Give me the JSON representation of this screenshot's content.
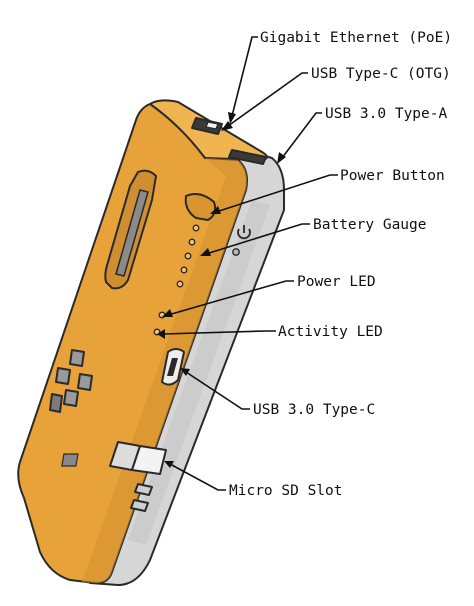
{
  "callouts": {
    "gigabit_ethernet": "Gigabit Ethernet (PoE)",
    "usb_c_otg": "USB Type-C (OTG)",
    "usb3_type_a": "USB 3.0 Type-A",
    "power_button": "Power Button",
    "battery_gauge": "Battery Gauge",
    "power_led": "Power LED",
    "activity_led": "Activity LED",
    "usb3_type_c": "USB 3.0 Type-C",
    "micro_sd_slot": "Micro SD Slot"
  },
  "colors": {
    "front_face": "#e8a23a",
    "front_face_shade": "#c98a2c",
    "side_face": "#d6d6d6",
    "side_face_shade": "#bdbdbd",
    "top_face": "#f0b550",
    "outline": "#2a2a2a",
    "text": "#111111"
  },
  "battery_gauge_led_count": 5
}
